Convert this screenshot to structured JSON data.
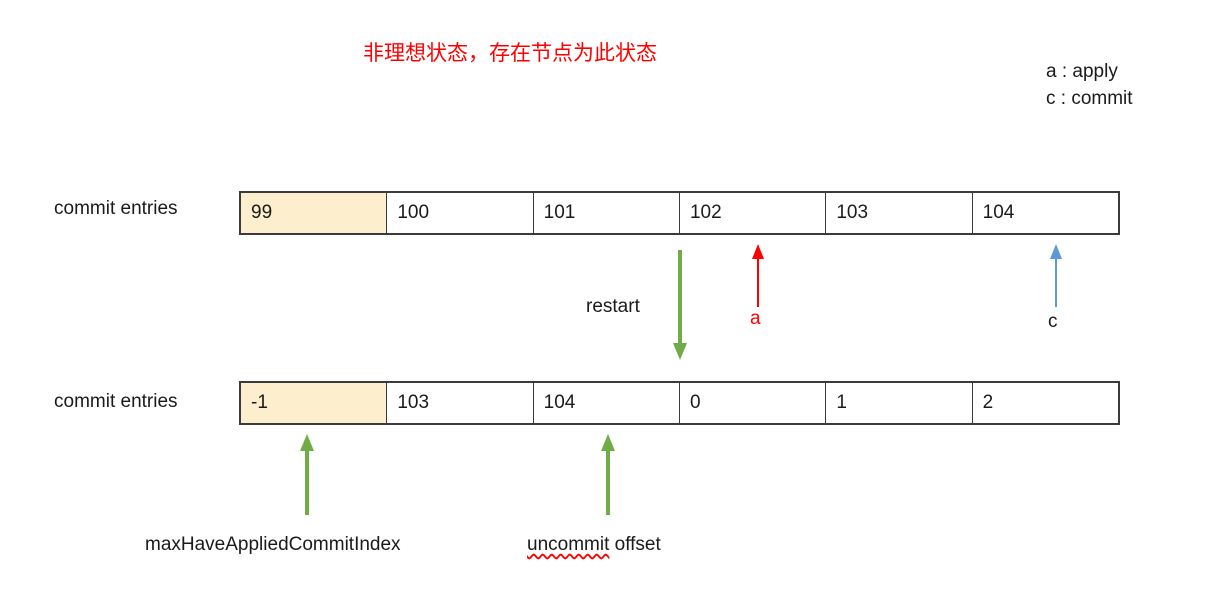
{
  "title": "非理想状态，存在节点为此状态",
  "legend": {
    "apply": "a : apply",
    "commit": "c : commit"
  },
  "rows": [
    {
      "label": "commit entries",
      "cells": [
        "99",
        "100",
        "101",
        "102",
        "103",
        "104"
      ],
      "highlight_index": 0
    },
    {
      "label": "commit entries",
      "cells": [
        "-1",
        "103",
        "104",
        "0",
        "1",
        "2"
      ],
      "highlight_index": 0
    }
  ],
  "arrows": {
    "restart_label": "restart",
    "apply_label": "a",
    "commit_label": "c"
  },
  "captions": {
    "left": "maxHaveAppliedCommitIndex",
    "right_misspelled": "uncommit",
    "right_rest": " offset"
  },
  "colors": {
    "title_red": "#ff0000",
    "green_arrow": "#70ad47",
    "red_arrow": "#ff0000",
    "blue_arrow": "#5b9bd5",
    "cell_highlight": "#fdeecd",
    "border": "#3b3b3b",
    "text": "#1a1a1a"
  }
}
